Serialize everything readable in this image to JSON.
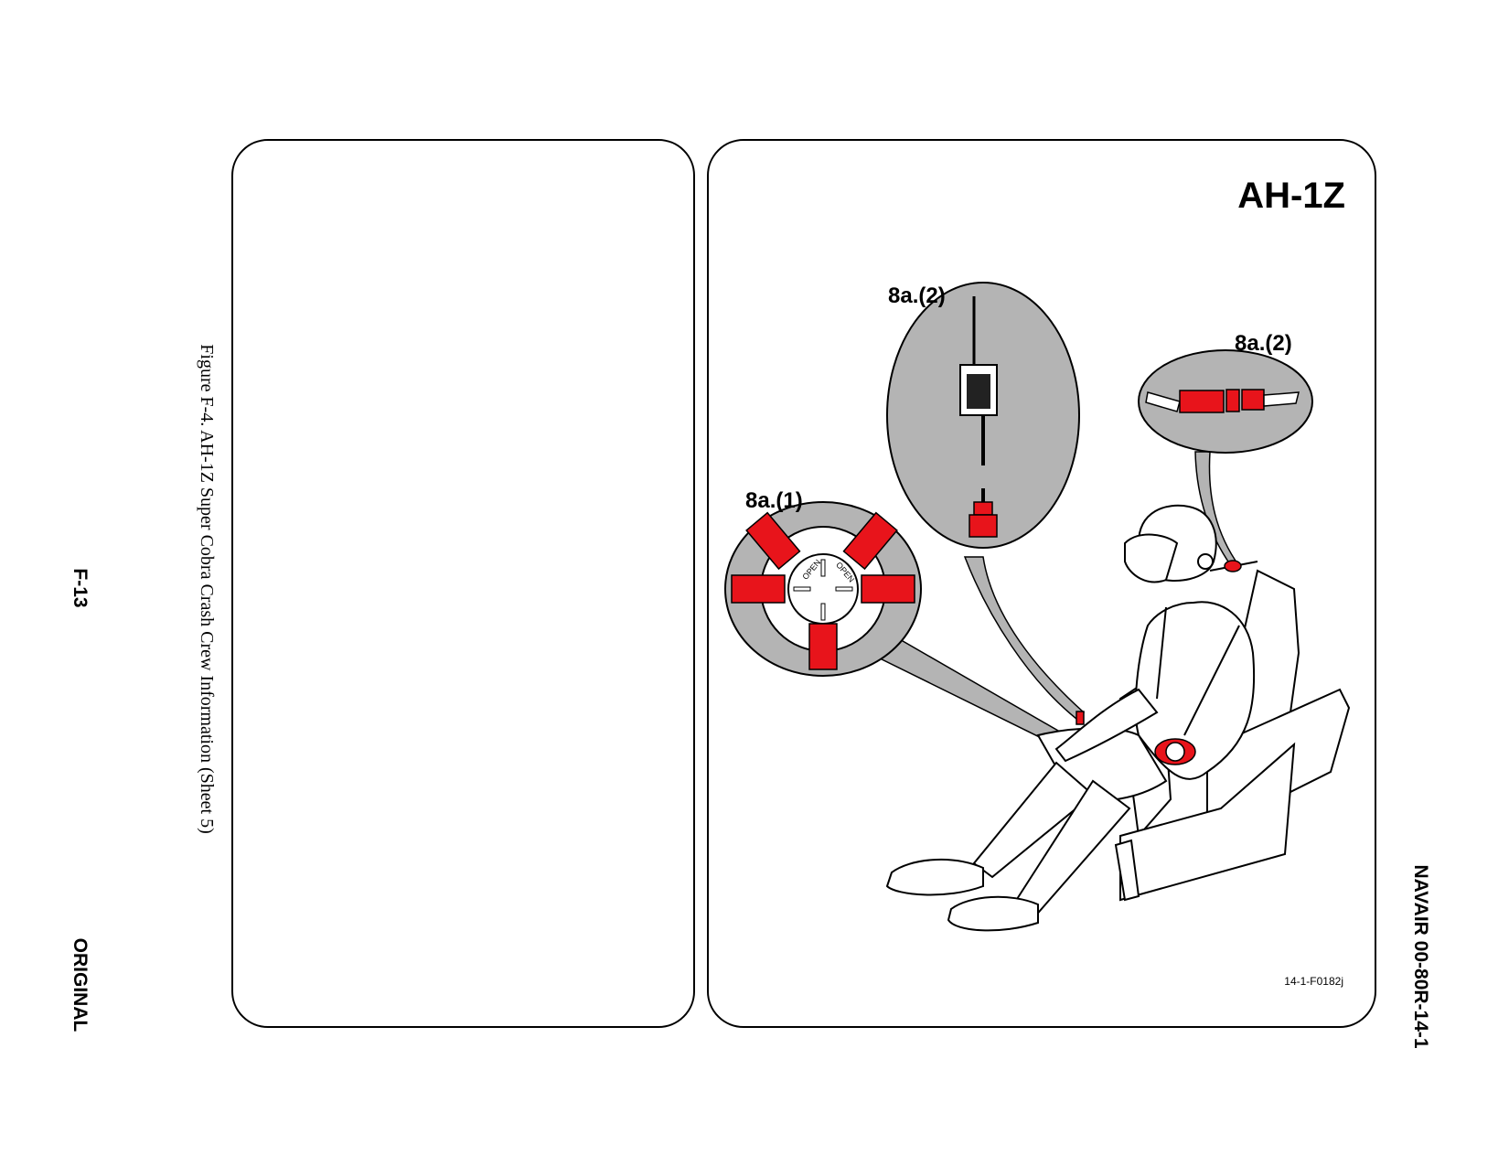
{
  "page": {
    "page_number": "F-13",
    "status": "ORIGINAL",
    "caption": "Figure F-4.  AH-1Z Super Cobra Crash Crew Information (Sheet 5)",
    "document_number": "NAVAIR 00-80R-14-1"
  },
  "figure": {
    "aircraft": "AH-1Z",
    "callouts": {
      "harness_release": "8a.(1)",
      "inertia_reel_connector": "8a.(2)",
      "shoulder_strap_connector": "8a.(2)"
    },
    "buckle_labels": [
      "OPEN",
      "OPEN"
    ],
    "drawing_code": "14-1-F0182j"
  },
  "colors": {
    "highlight": "#e8141b",
    "callout_fill": "#b4b4b4",
    "line": "#000000"
  }
}
